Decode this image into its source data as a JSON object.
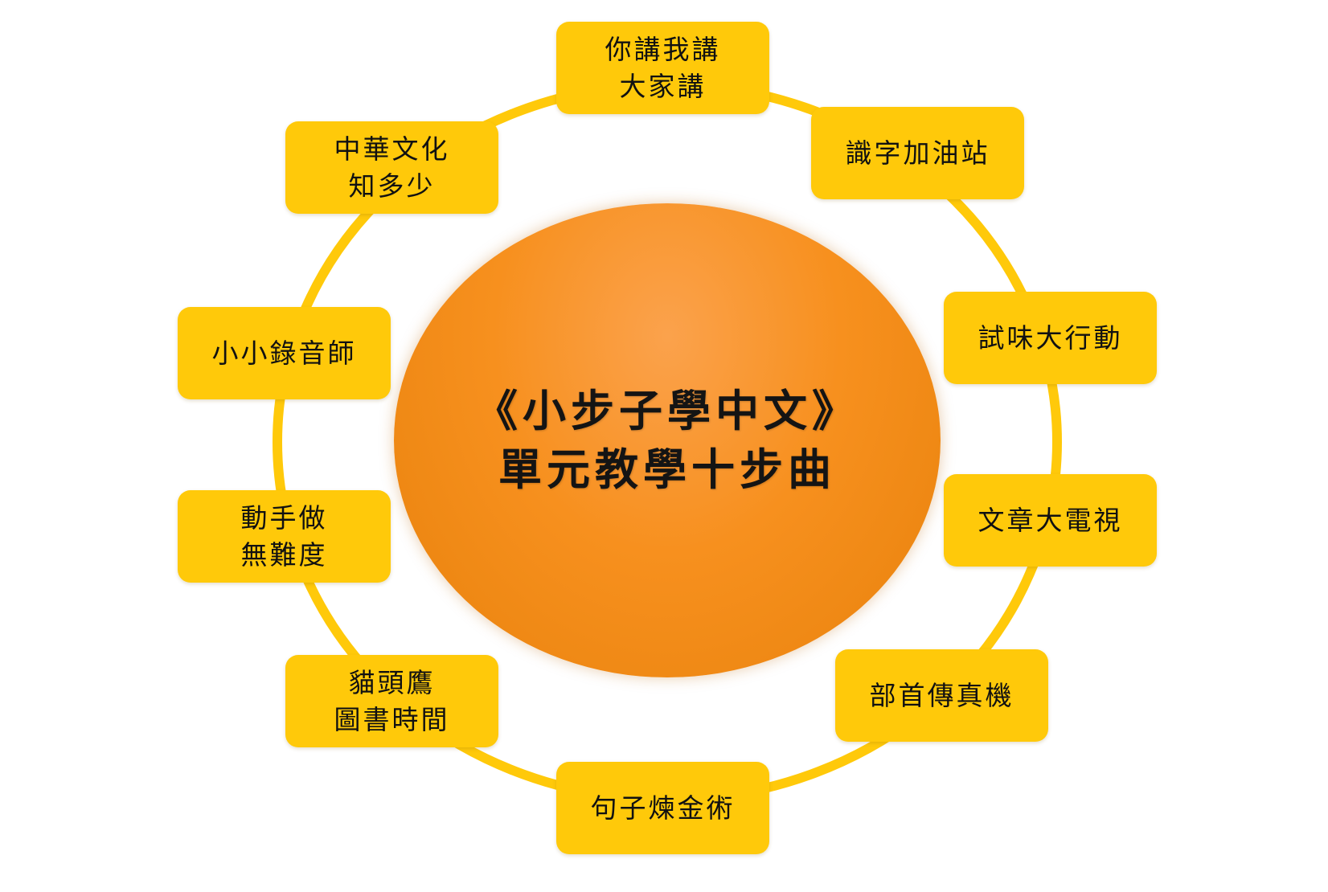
{
  "center": {
    "lines": [
      "《小步子學中文》",
      "單元教學十步曲"
    ]
  },
  "steps": [
    {
      "lines": [
        "你講我講",
        "大家講"
      ]
    },
    {
      "lines": [
        "識字加油站"
      ]
    },
    {
      "lines": [
        "試味大行動"
      ]
    },
    {
      "lines": [
        "文章大電視"
      ]
    },
    {
      "lines": [
        "部首傳真機"
      ]
    },
    {
      "lines": [
        "句子煉金術"
      ]
    },
    {
      "lines": [
        "貓頭鷹",
        "圖書時間"
      ]
    },
    {
      "lines": [
        "動手做",
        "無難度"
      ]
    },
    {
      "lines": [
        "小小錄音師"
      ]
    },
    {
      "lines": [
        "中華文化",
        "知多少"
      ]
    }
  ],
  "colors": {
    "ring": "#ffc90a",
    "step_fill": "#ffc90a",
    "hub_top": "#fba24c",
    "hub_bottom": "#e8820c",
    "text": "#111111"
  }
}
